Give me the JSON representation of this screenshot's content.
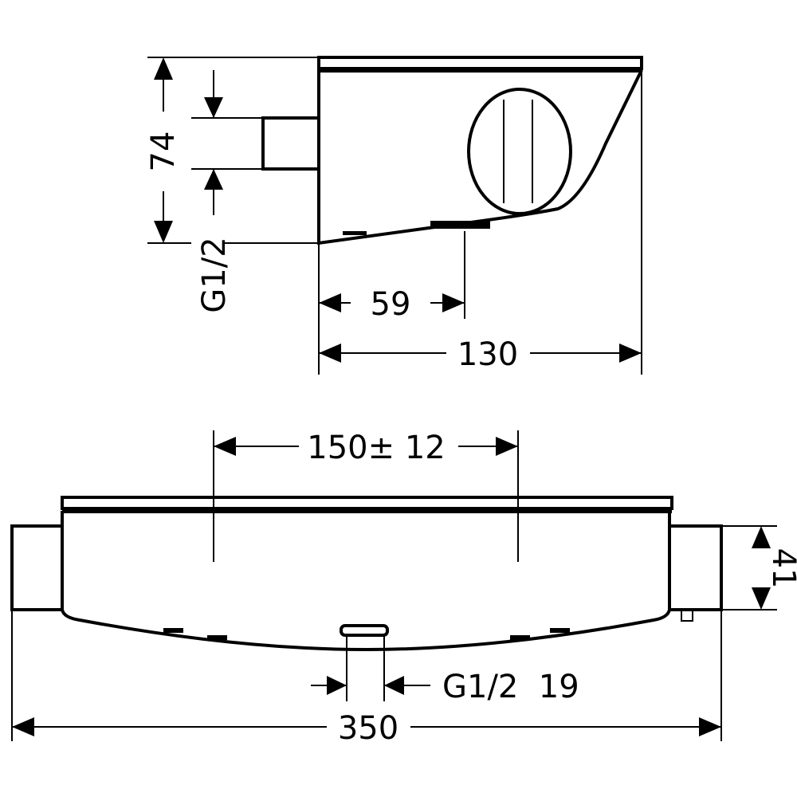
{
  "side_view": {
    "height_label": "74",
    "connection_label": "G1/2",
    "outlet_offset_label": "59",
    "depth_label": "130"
  },
  "front_view": {
    "spacing_label": "150± 12",
    "end_height_label": "41",
    "outlet_label": "G1/2  19",
    "width_label": "350"
  },
  "colors": {
    "line": "#000000",
    "background": "#ffffff"
  }
}
